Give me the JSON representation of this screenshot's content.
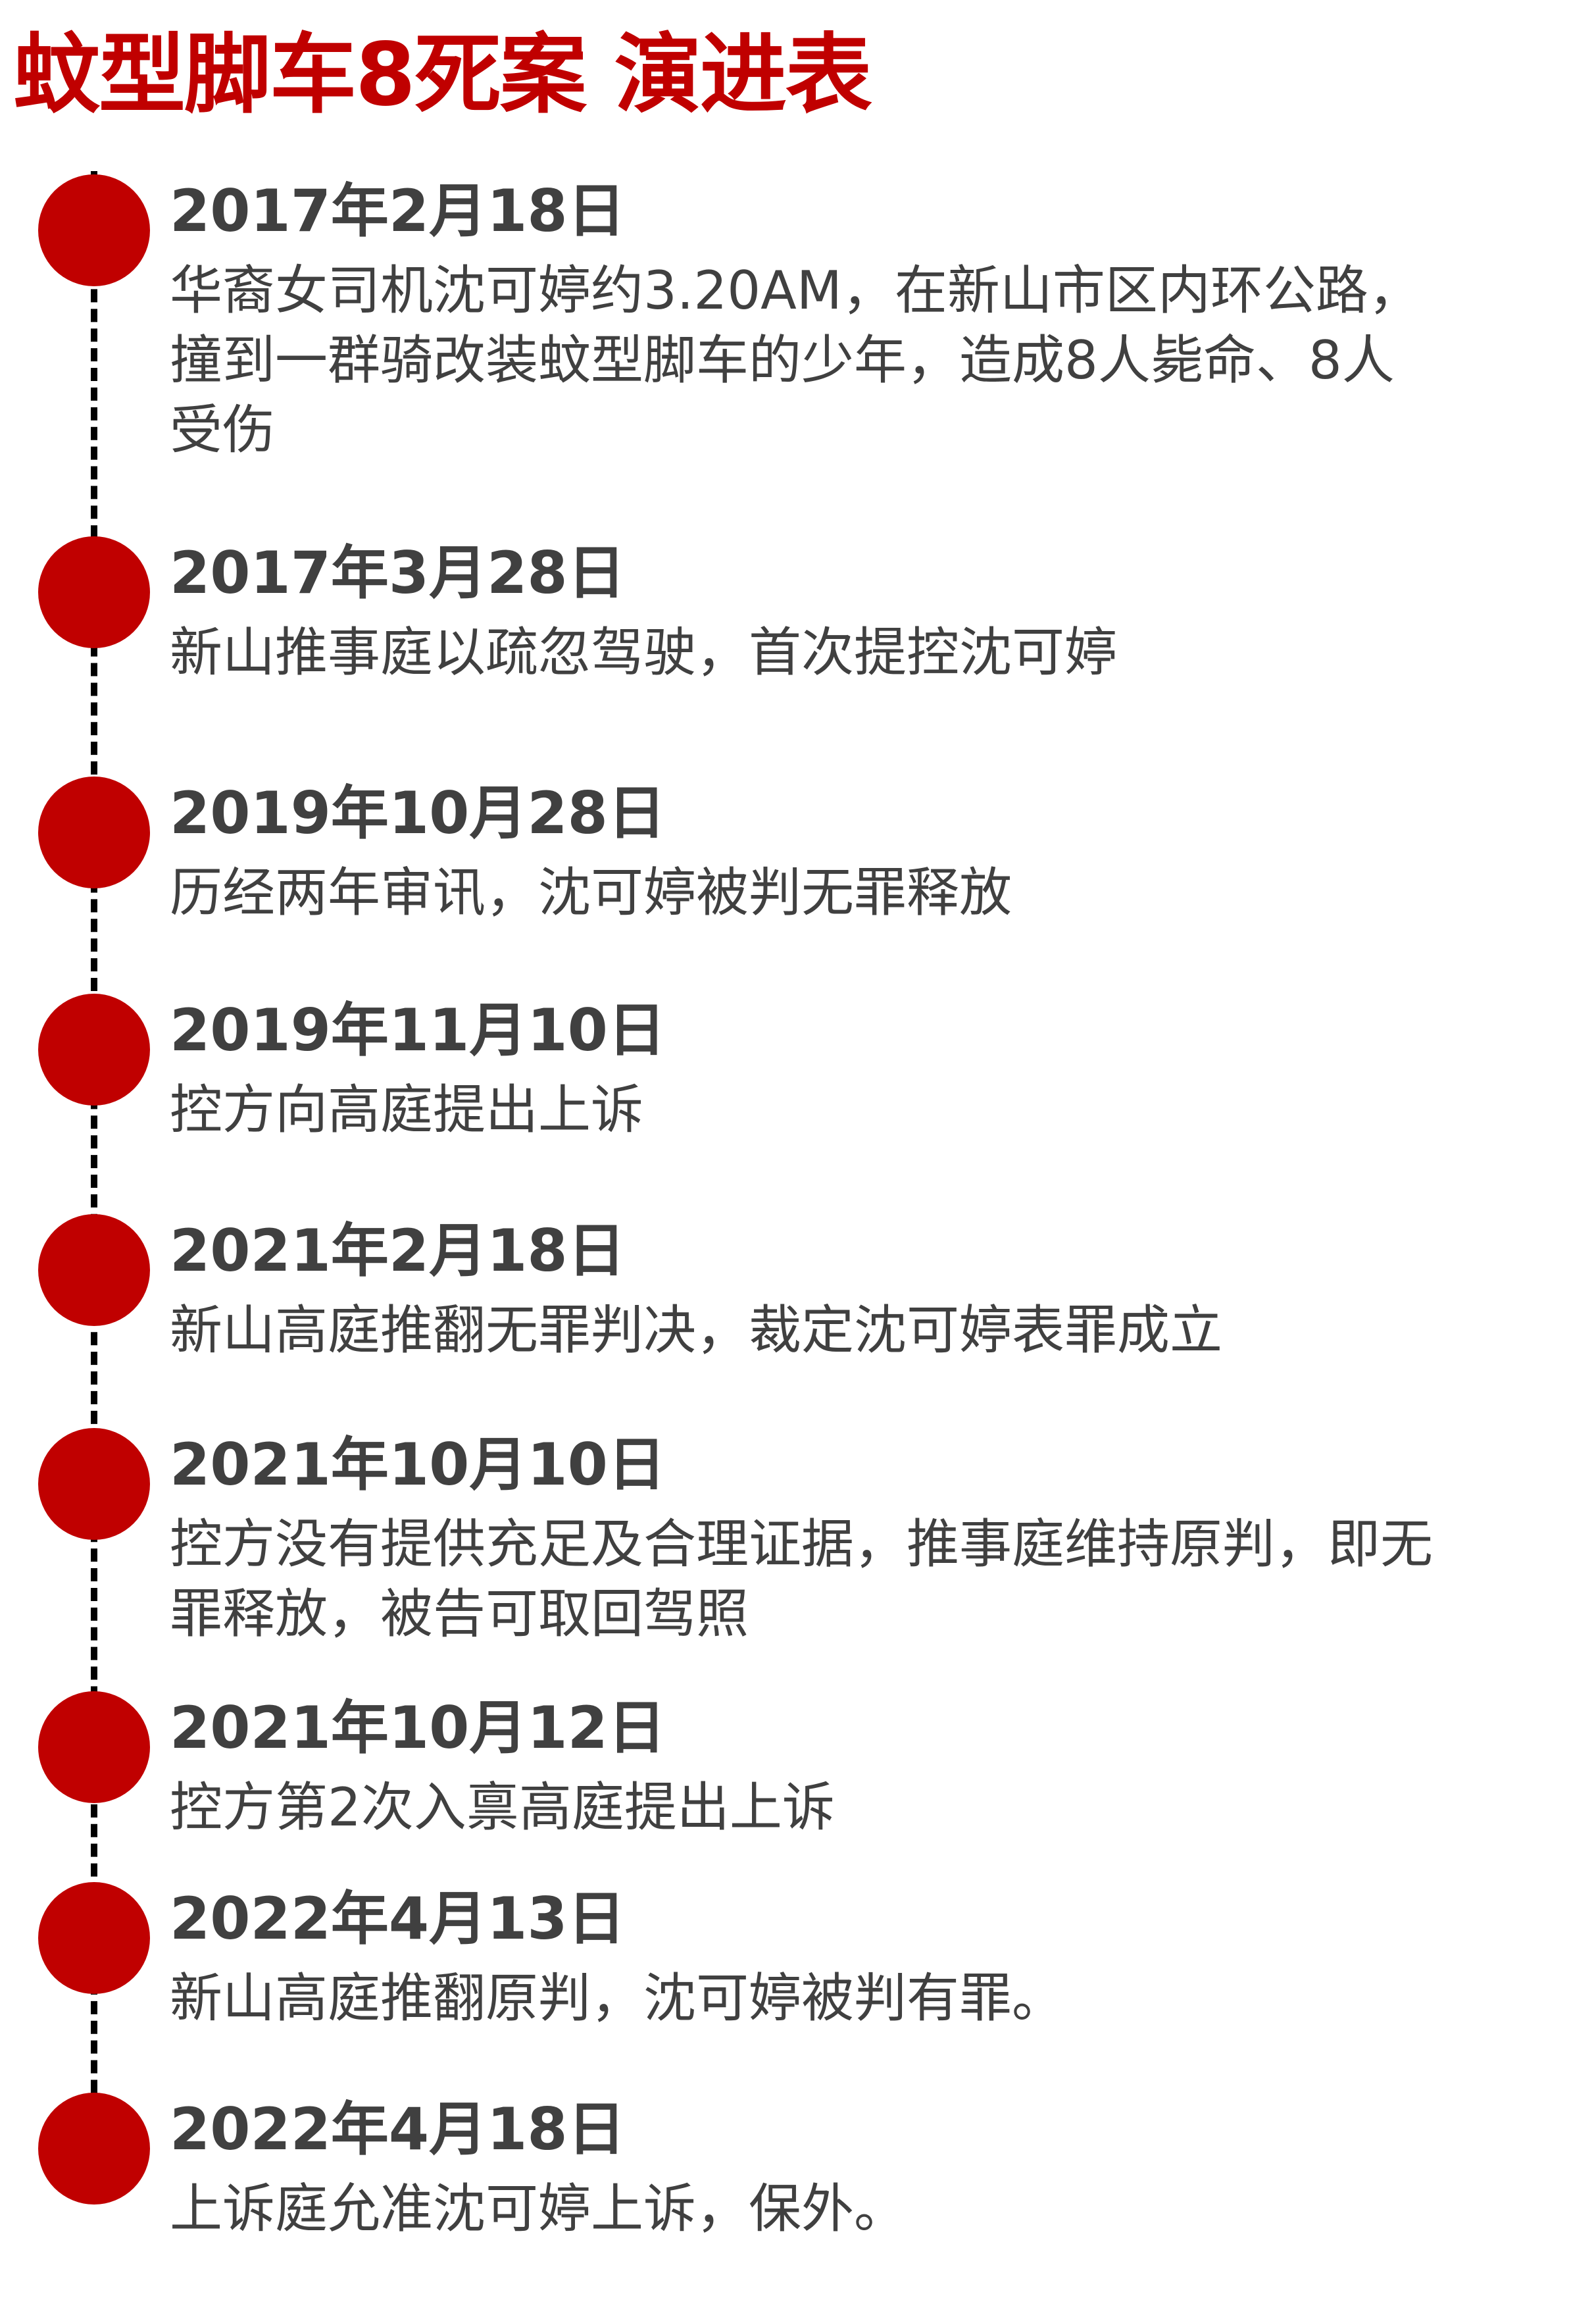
{
  "title": "蚊型脚车8死案 演进表",
  "colors": {
    "title": "#c00000",
    "dot": "#c00000",
    "date": "#404040",
    "text": "#404040",
    "line": "#000000"
  },
  "events": [
    {
      "date": "2017年2月18日",
      "text": "华裔女司机沈可婷约3.20AM，在新山市区内环公路，撞到一群骑改装蚊型脚车的少年，造成8人毙命、8人受伤"
    },
    {
      "date": "2017年3月28日",
      "text": "新山推事庭以疏忽驾驶，首次提控沈可婷"
    },
    {
      "date": "2019年10月28日",
      "text": "历经两年审讯，沈可婷被判无罪释放"
    },
    {
      "date": "2019年11月10日",
      "text": "控方向高庭提出上诉"
    },
    {
      "date": "2021年2月18日",
      "text": "新山高庭推翻无罪判决，裁定沈可婷表罪成立"
    },
    {
      "date": "2021年10月10日",
      "text": "控方没有提供充足及合理证据，推事庭维持原判，即无罪释放，被告可取回驾照"
    },
    {
      "date": "2021年10月12日",
      "text": "控方第2次入禀高庭提出上诉"
    },
    {
      "date": "2022年4月13日",
      "text": "新山高庭推翻原判，沈可婷被判有罪。"
    },
    {
      "date": "2022年4月18日",
      "text": "上诉庭允准沈可婷上诉，保外。"
    }
  ]
}
